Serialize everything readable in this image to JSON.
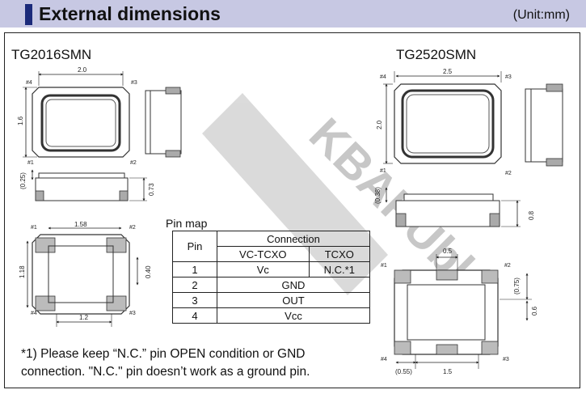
{
  "header": {
    "title": "External dimensions",
    "unit": "(Unit:mm)"
  },
  "tg2016": {
    "model": "TG2016SMN",
    "dims": {
      "top_w": "2.0",
      "top_h": "1.6",
      "side_h": "(0.25)",
      "side_t": "0.73",
      "pad_w": "1.58",
      "pad_h": "1.18",
      "pad_small": "0.40",
      "pad_pitch": "1.2"
    },
    "pins": {
      "p1": "#1",
      "p2": "#2",
      "p3": "#3",
      "p4": "#4"
    }
  },
  "tg2520": {
    "model": "TG2520SMN",
    "dims": {
      "top_w": "2.5",
      "top_h": "2.0",
      "side_h": "(0.38)",
      "side_t": "0.8",
      "pad_w": "0.5",
      "pad_h1": "(0.75)",
      "pad_h2": "0.6",
      "pad_off": "(0.55)",
      "pad_pitch": "1.5"
    },
    "pins": {
      "p1": "#1",
      "p2": "#2",
      "p3": "#3",
      "p4": "#4"
    }
  },
  "pinmap": {
    "title": "Pin map",
    "col_pin": "Pin",
    "col_connection": "Connection",
    "col_vc": "VC-TCXO",
    "col_tc": "TCXO",
    "rows": [
      {
        "pin": "1",
        "vc": "Vc",
        "tc": "N.C.*1"
      },
      {
        "pin": "2",
        "both": "GND"
      },
      {
        "pin": "3",
        "both": "OUT"
      },
      {
        "pin": "4",
        "both": "Vcc"
      }
    ]
  },
  "footnote": {
    "line1": "*1) Please keep “N.C.” pin OPEN condition or GND",
    "line2": "connection. \"N.C.\" pin doesn’t work as a ground pin."
  },
  "watermark": "KBAPUbl"
}
